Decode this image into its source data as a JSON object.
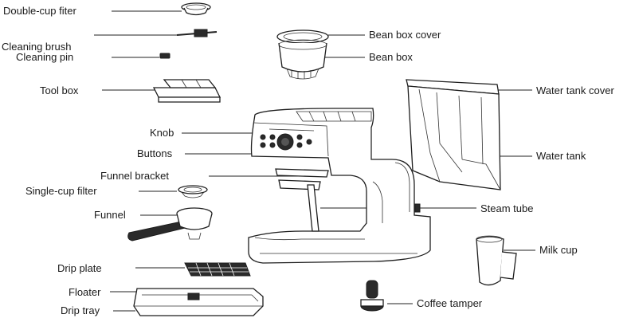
{
  "labels": {
    "double_cup_filter": "Double-cup fiter",
    "cleaning_brush": "Cleaning brush",
    "cleaning_pin": "Cleaning pin",
    "tool_box": "Tool box",
    "knob": "Knob",
    "buttons": "Buttons",
    "funnel_bracket": "Funnel bracket",
    "single_cup_filter": "Single-cup filter",
    "funnel": "Funnel",
    "drip_plate": "Drip plate",
    "floater": "Floater",
    "drip_tray": "Drip tray",
    "bean_box_cover": "Bean box cover",
    "bean_box": "Bean box",
    "water_tank_cover": "Water tank cover",
    "water_tank": "Water tank",
    "steam_tube": "Steam tube",
    "milk_cup": "Milk cup",
    "coffee_tamper": "Coffee tamper"
  }
}
